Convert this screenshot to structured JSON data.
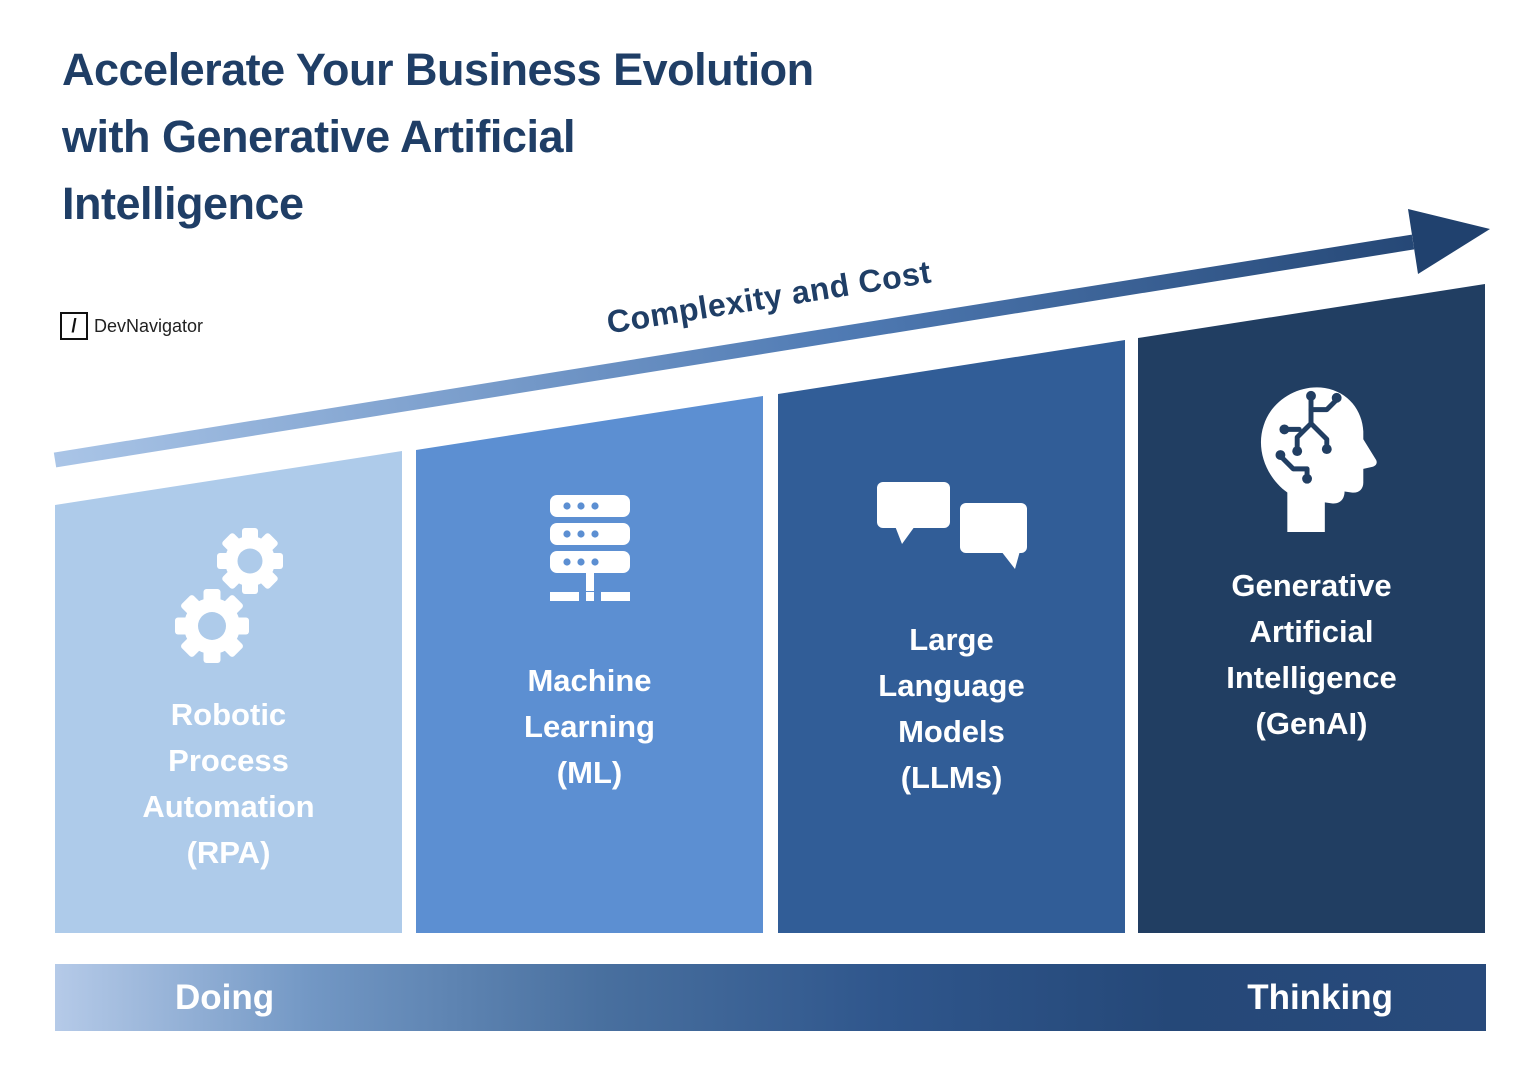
{
  "title": {
    "text": "Accelerate Your Business Evolution with Generative Artificial Intelligence",
    "lines": [
      "Accelerate Your Business Evolution",
      "with Generative Artificial",
      "Intelligence"
    ],
    "color": "#1f3e66"
  },
  "logo": {
    "symbol": "/",
    "text": "DevNavigator"
  },
  "arrow": {
    "label": "Complexity and Cost",
    "gradient_start": "#aac5e7",
    "gradient_end": "#20416e"
  },
  "stages": [
    {
      "name": "RPA",
      "label": "Robotic Process Automation (RPA)",
      "lines": [
        "Robotic",
        "Process",
        "Automation",
        "(RPA)"
      ],
      "icon": "gears-icon",
      "color": "#aecbea"
    },
    {
      "name": "ML",
      "label": "Machine Learning (ML)",
      "lines": [
        "Machine",
        "Learning",
        "(ML)"
      ],
      "icon": "server-icon",
      "color": "#5c8fd2"
    },
    {
      "name": "LLMs",
      "label": "Large Language Models (LLMs)",
      "lines": [
        "Large",
        "Language",
        "Models",
        "(LLMs)"
      ],
      "icon": "chat-bubbles-icon",
      "color": "#315d97"
    },
    {
      "name": "GenAI",
      "label": "Generative Artificial Intelligence (GenAI)",
      "lines": [
        "Generative",
        "Artificial",
        "Intelligence",
        "(GenAI)"
      ],
      "icon": "head-circuit-icon",
      "color": "#213e62"
    }
  ],
  "spectrum_bar": {
    "left_label": "Doing",
    "right_label": "Thinking",
    "gradient_start": "#b5cae8",
    "gradient_end": "#284a7b"
  }
}
